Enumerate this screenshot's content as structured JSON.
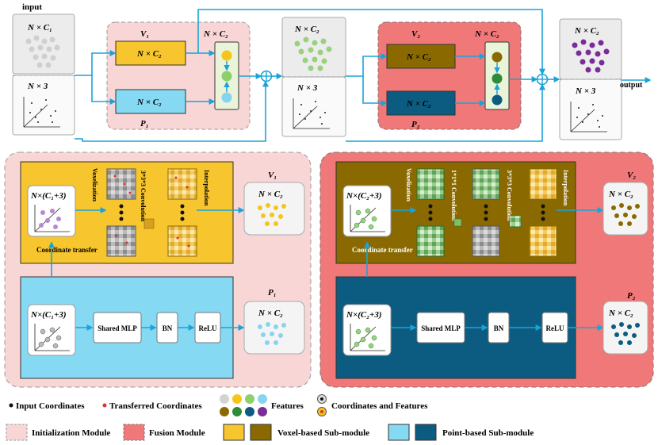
{
  "colors": {
    "init_module": "#f9d6d6",
    "fusion_module": "#f07878",
    "voxel_init": "#f7c52e",
    "voxel_fusion": "#8a6a00",
    "point_init": "#86d9f3",
    "point_fusion": "#0b5c80",
    "arrow": "#1aa3d9",
    "feature_colors": [
      "#d3d3d3",
      "#f5c518",
      "#8ecf6b",
      "#86d4ef",
      "#8a6a00",
      "#2f8a3a",
      "#0b5c80",
      "#7a2c9a"
    ]
  },
  "top": {
    "input_label": "input",
    "output_label": "output",
    "feat_c1": "N × C₁",
    "feat_c2": "N × C₂",
    "coords": "N × 3",
    "v1": "V₁",
    "p1": "P₁",
    "v2": "V₂",
    "p2": "P₂",
    "plus": "⊕"
  },
  "init_detail": {
    "input": "N×(C₁+3)",
    "coord_transfer": "Coordinate transfer",
    "voxelization": "Voxelization",
    "conv": "3*3*3 Convolution",
    "interp": "Interpolation",
    "v_label": "V₁",
    "p_label": "P₁",
    "v_out": "N × C₂",
    "p_out": "N × C₂",
    "mlp": "Shared MLP",
    "bn": "BN",
    "relu": "ReLU"
  },
  "fusion_detail": {
    "input": "N×(C₂+3)",
    "coord_transfer": "Coordinate transfer",
    "voxelization": "Voxelization",
    "conv1": "1*1*1 Convolution",
    "conv3": "3*3*3 Convolution",
    "interp": "Interpolation",
    "v_label": "V₂",
    "p_label": "P₂",
    "v_out": "N × C₂",
    "p_out": "N × C₂",
    "mlp": "Shared MLP",
    "bn": "BN",
    "relu": "ReLU"
  },
  "legend": {
    "input_coords": "Input Coordinates",
    "transferred_coords": "Transferred Coordinates",
    "features": "Features",
    "coords_features": "Coordinates and Features",
    "init_module": "Initialization Module",
    "fusion_module": "Fusion Module",
    "voxel_sub": "Voxel-based Sub-module",
    "point_sub": "Point-based Sub-module"
  }
}
